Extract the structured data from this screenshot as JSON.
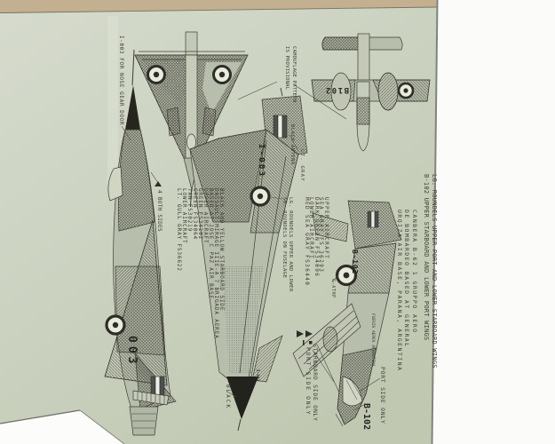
{
  "document": {
    "type_note": "scanned aircraft decal instruction sheet",
    "labels": {
      "nose_gear_note": "I-003 FOR NOSE GEAR DOOR",
      "camouflage_note": "CAMOUFLAGE PATTERN\nIS PROVISIONAL",
      "black_antenna": "BLACK ANTENA",
      "lt_gray": "LT. GRAY",
      "roundels_note": "LG. ROUNDELS UPPER AND LOWER\nSM. ROUNDELS ON FUSELAGE",
      "both_sides": "4 BOTH SIDES",
      "mirage_colors": "BLACK AND YELLOW STARBOARD SIDE\nDASSAULT MIRAGE IIIE-A 7 BRIGADA AEREA\nBASED AT JOSE C PAZ AIR BASE\nUPPER AIRCRAFT\nGREEN FS34102\nGREEN FS34064\nTAN FS30219\nLOWER AIRCRAFT\nLT. GULL GRAY FS36622",
      "canberra_colors": "UPPER AIRCRAFT\nSEA GRAY FS 36293\nDARK GREEN FS34096\nLOWER AIRCRAFT\nMED SEA GRAY FS36440",
      "canberra_roundels_note": "LG. ROUNDELS UPPER PORT AND LOWER STARBOARD WINGS\nB-102 UPPER STARBOARD AND LOWER PORT WINGS",
      "canberra_unit_note": "CANBERA B-62 1 GRUPPO AERO\nDE BOMBARDEO BASED AT GENERAL\nURQIZA AIR BASE, PARANA, ARGENTINA",
      "port_side_only_left": "PORT SIDE ONLY",
      "starboard_side_only": "STARBOARD SIDE ONLY",
      "port_side_only_right": "PORT SIDE ONLY",
      "black_radome": "BLACK",
      "registration_note": "G-ATHP",
      "fuselage_inscription": "FUERZA AEREA ARGENTINA"
    },
    "markings": {
      "wing_code_canberra_top": "B102",
      "fuselage_code_mirage_port": "003",
      "fuselage_code_mirage_stbd": "I-003",
      "nose_gear_door_code": "I-003",
      "fuselage_code_canberra": "B-102",
      "nose_code_canberra": "B-102"
    },
    "colors": {
      "paper": "#cdd3c2",
      "scanner_background": "#fbfbf9",
      "top_strip": "#c2b091",
      "ink": "#3c3c33",
      "dark_marking": "#23231e"
    }
  }
}
